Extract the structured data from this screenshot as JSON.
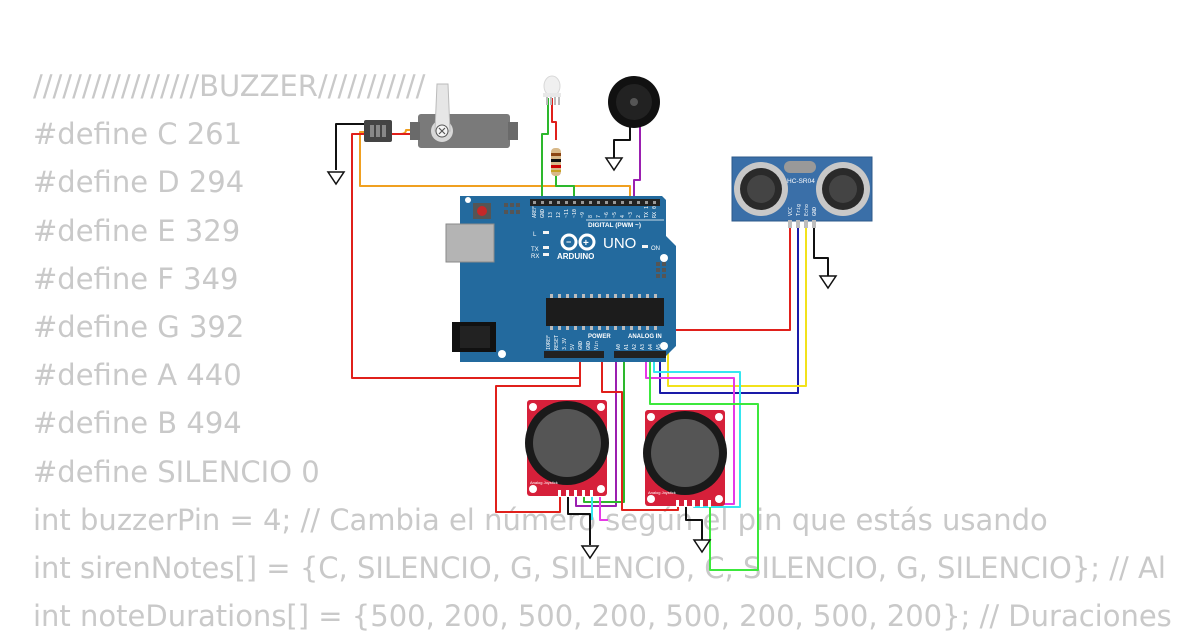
{
  "code_lines": [
    "/////////////////BUZZER///////////",
    "#define C 261",
    "#define D 294",
    "#define E 329",
    "#define F 349",
    "#define G 392",
    "#define A 440",
    "#define B 494",
    "#define SILENCIO 0",
    "int buzzerPin = 4; // Cambia el número según el pin que estás usando",
    "int sirenNotes[] = {C, SILENCIO, G, SILENCIO, C, SILENCIO, G, SILENCIO}; // Al",
    "int noteDurations[] = {500, 200, 500, 200, 500, 200, 500, 200}; // Duraciones"
  ],
  "arduino": {
    "logo": "UNO",
    "brand": "ARDUINO",
    "digital_header": "DIGITAL (PWM ~)",
    "power_header": "POWER",
    "analog_header": "ANALOG IN",
    "on_label": "ON",
    "tx_label": "TX",
    "rx_label": "RX",
    "l_label": "L",
    "digital_pins": [
      "AREF",
      "GND",
      "13",
      "12",
      "~11",
      "~10",
      "~9",
      "8",
      "7",
      "~6",
      "~5",
      "4",
      "~3",
      "2",
      "TX 1",
      "RX 0"
    ],
    "power_pins": [
      "IOREF",
      "RESET",
      "3.3V",
      "5V",
      "GND",
      "GND",
      "Vin"
    ],
    "analog_pins": [
      "A0",
      "A1",
      "A2",
      "A3",
      "A4",
      "A5"
    ]
  },
  "ultrasonic": {
    "model": "HC-SR04",
    "pins": [
      "VCC",
      "Trig",
      "Echo",
      "GND"
    ]
  },
  "joysticks": {
    "label": "Analog Joystick"
  },
  "wire_colors": {
    "red": "#e0201b",
    "black": "#111111",
    "orange": "#f0a020",
    "green": "#2db82d",
    "purple": "#9b1fb0",
    "yellow": "#f2e21b",
    "navy": "#1a1aa8",
    "cyan": "#35e6f0",
    "magenta": "#e63ae6",
    "lime": "#3ce83c"
  },
  "board_color": "#236a9e",
  "joystick_color": "#d6203a"
}
